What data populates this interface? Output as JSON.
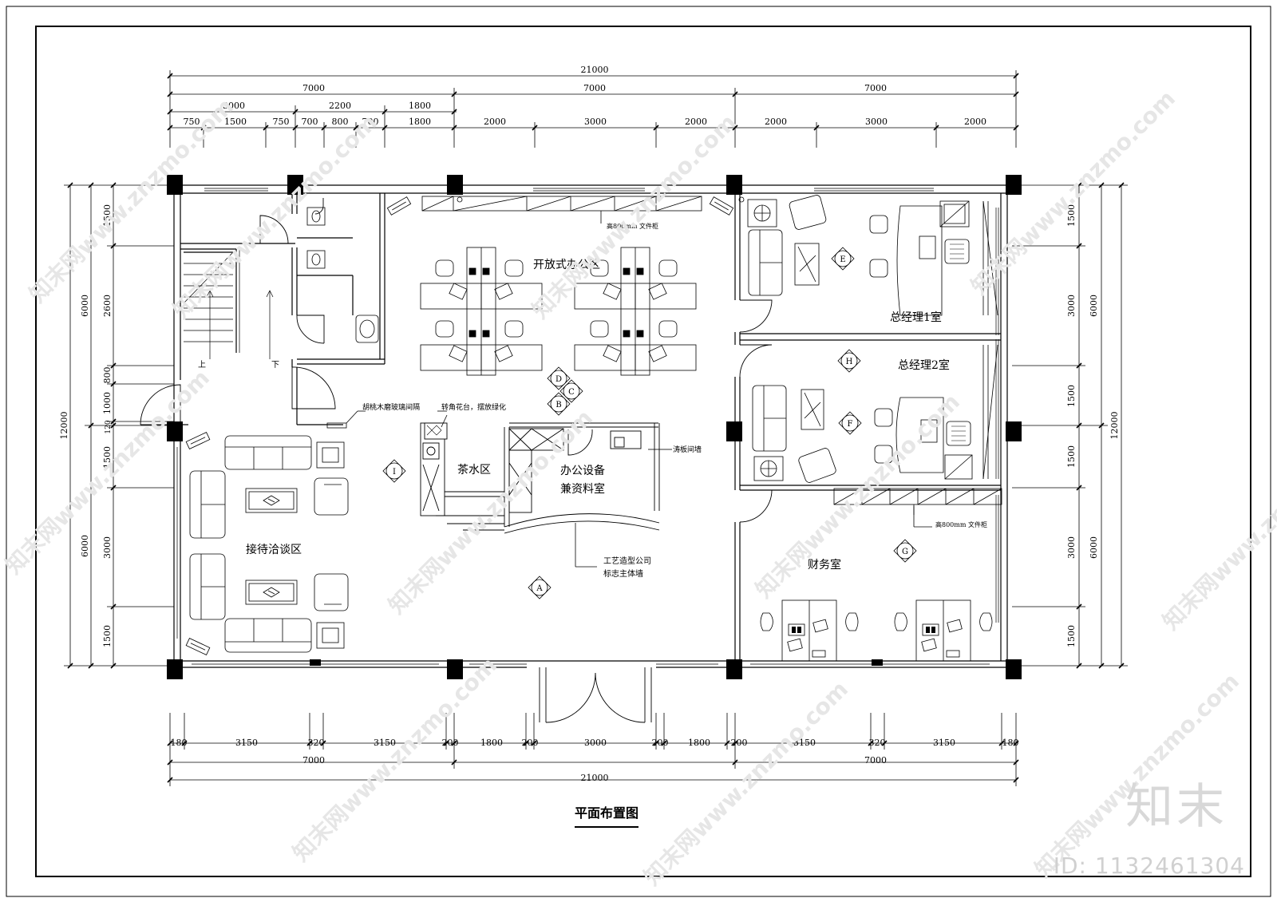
{
  "drawing_title": "平面布置图",
  "rooms": {
    "open_office": "开放式办公区",
    "gm1": "总经理1室",
    "gm2": "总经理2室",
    "tea": "茶水区",
    "equip_line1": "办公设备",
    "equip_line2": "兼资料室",
    "reception": "接待洽谈区",
    "finance": "财务室"
  },
  "annotations": {
    "cabinet_top": "高800mm  文件柜",
    "cabinet_fin": "高800mm  文件柜",
    "glass_partition": "胡桃木磨玻璃间隔",
    "corner_planter": "转角花台，摆放绿化",
    "wave_wall": "涛板间墙",
    "logo_wall_line1": "工艺造型公司",
    "logo_wall_line2": "标志主体墙",
    "stair_up": "上",
    "stair_down": "下"
  },
  "markers": [
    "A",
    "B",
    "C",
    "D",
    "E",
    "F",
    "G",
    "H",
    "I"
  ],
  "dims": {
    "top_total": "21000",
    "top_row2": [
      "7000",
      "7000",
      "7000"
    ],
    "top_row3": [
      "3000",
      "2200",
      "1800"
    ],
    "top_row4": [
      "750",
      "1500",
      "750",
      "700",
      "800",
      "700",
      "1800",
      "2000",
      "3000",
      "2000",
      "2000",
      "3000",
      "2000"
    ],
    "bottom_row1": [
      "180",
      "3150",
      "320",
      "3150",
      "200",
      "1800",
      "200",
      "3000",
      "200",
      "1800",
      "200",
      "3150",
      "320",
      "3150",
      "180"
    ],
    "bottom_row2": [
      "7000",
      "7000"
    ],
    "bottom_total": "21000",
    "left_inner": [
      "1500",
      "2600",
      "800",
      "1000",
      "120",
      "1500",
      "3000",
      "1500"
    ],
    "left_mid": [
      "6000",
      "6000"
    ],
    "left_total": "12000",
    "right_inner": [
      "1500",
      "3000",
      "1500",
      "1500",
      "3000",
      "1500"
    ],
    "right_mid": [
      "6000",
      "6000"
    ],
    "right_total": "12000"
  },
  "watermark": {
    "site": "知末网www.znzmo.com",
    "logo": "知末",
    "id": "ID: 1132461304"
  }
}
